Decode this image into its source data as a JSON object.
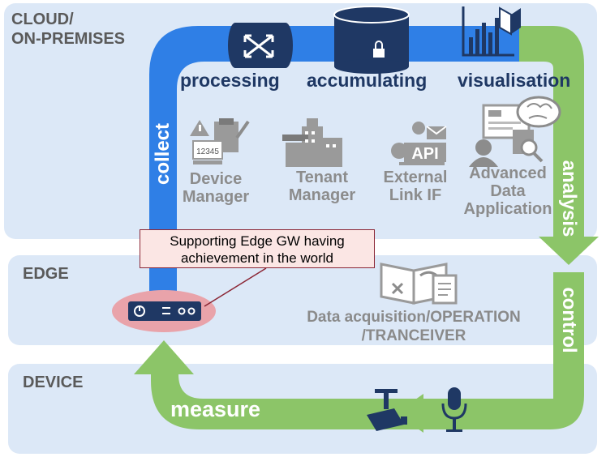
{
  "layers": {
    "cloud_line1": "CLOUD/",
    "cloud_line2": "ON-PREMISES",
    "edge": "EDGE",
    "device": "DEVICE"
  },
  "flow": {
    "collect": "collect",
    "processing": "processing",
    "accumulating": "accumulating",
    "visualisation": "visualisation",
    "analysis": "analysis",
    "control": "control",
    "measure": "measure"
  },
  "cloud_functions": [
    {
      "line1": "Device",
      "line2": "Manager",
      "icon": "device-manager-icon"
    },
    {
      "line1": "Tenant",
      "line2": "Manager",
      "icon": "tenant-building-icon"
    },
    {
      "line1": "External",
      "line2": "Link IF",
      "icon": "api-icon"
    },
    {
      "line1": "Advanced",
      "line2": "Data",
      "line3": "Application",
      "icon": "ai-brain-icon"
    }
  ],
  "icon_texts": {
    "device_counter": "12345",
    "api": "API"
  },
  "edge_function": {
    "line1": "Data acquisition/OPERATION",
    "line2": "/TRANCEIVER",
    "icon": "manual-book-icon"
  },
  "callout": {
    "line1": "Supporting Edge GW  having",
    "line2": "achievement in the world"
  },
  "colors": {
    "band_fill": "#dce8f7",
    "blue_arrow": "#2f7fe6",
    "green_arrow": "#8cc568",
    "navy_icon": "#1f3864",
    "gray_text": "#8c8c8c",
    "callout_border": "#8b2635",
    "callout_fill": "#fbe6e4",
    "gateway_ellipse": "#e9a3aa"
  }
}
